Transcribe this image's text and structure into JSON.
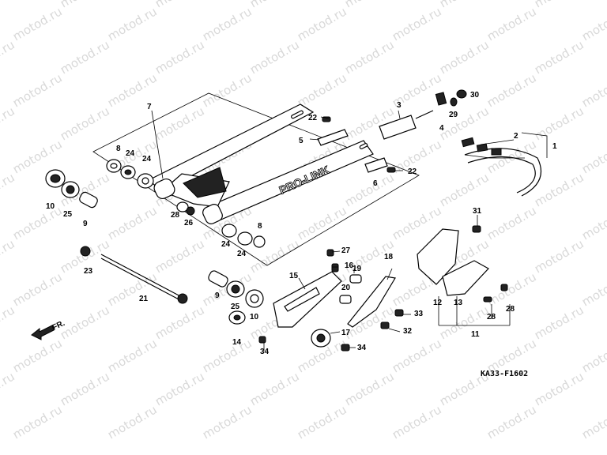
{
  "watermark_text": "motod.ru",
  "diagram_code": "KA33-F1602",
  "front_marker": "FR.",
  "swingarm_emblem": "PRO-LINK",
  "callouts": [
    "1",
    "2",
    "3",
    "4",
    "5",
    "6",
    "7",
    "8",
    "8",
    "9",
    "9",
    "10",
    "10",
    "11",
    "12",
    "13",
    "14",
    "15",
    "16",
    "17",
    "18",
    "19",
    "20",
    "21",
    "22",
    "22",
    "23",
    "24",
    "24",
    "24",
    "24",
    "25",
    "25",
    "26",
    "27",
    "28",
    "28",
    "28",
    "29",
    "30",
    "31",
    "32",
    "33",
    "34",
    "34"
  ]
}
